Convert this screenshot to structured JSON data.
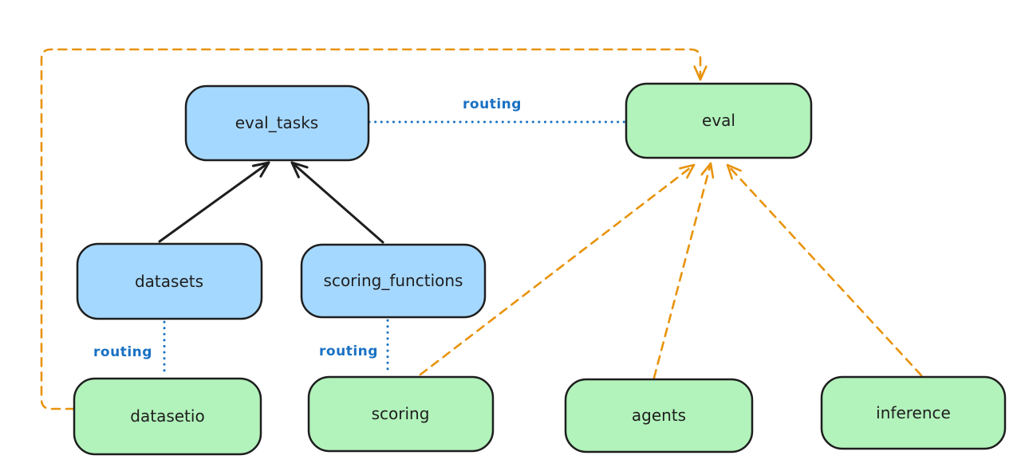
{
  "diagram": {
    "background_color": "#ffffff",
    "colors": {
      "node_stroke": "#1e1e1e",
      "blue_fill": "#a5d8ff",
      "green_fill": "#b2f2bb",
      "routing_blue": "#1971c2",
      "orange": "#e8930c",
      "black": "#1e1e1e"
    },
    "nodes": [
      {
        "id": "eval_tasks",
        "label": "eval_tasks",
        "fill": "#a5d8ff"
      },
      {
        "id": "eval",
        "label": "eval",
        "fill": "#b2f2bb"
      },
      {
        "id": "datasets",
        "label": "datasets",
        "fill": "#a5d8ff"
      },
      {
        "id": "scoring_functions",
        "label": "scoring_functions",
        "fill": "#a5d8ff"
      },
      {
        "id": "datasetio",
        "label": "datasetio",
        "fill": "#b2f2bb"
      },
      {
        "id": "scoring",
        "label": "scoring",
        "fill": "#b2f2bb"
      },
      {
        "id": "agents",
        "label": "agents",
        "fill": "#b2f2bb"
      },
      {
        "id": "inference",
        "label": "inference",
        "fill": "#b2f2bb"
      }
    ],
    "edges": [
      {
        "from": "datasets",
        "to": "eval_tasks",
        "style": "solid-arrow",
        "color": "#1e1e1e",
        "label": ""
      },
      {
        "from": "scoring_functions",
        "to": "eval_tasks",
        "style": "solid-arrow",
        "color": "#1e1e1e",
        "label": ""
      },
      {
        "from": "eval_tasks",
        "to": "eval",
        "style": "dotted-line",
        "color": "#1971c2",
        "label": "routing"
      },
      {
        "from": "datasets",
        "to": "datasetio",
        "style": "dotted-line",
        "color": "#1971c2",
        "label": "routing"
      },
      {
        "from": "scoring_functions",
        "to": "scoring",
        "style": "dotted-line",
        "color": "#1971c2",
        "label": "routing"
      },
      {
        "from": "datasetio",
        "to": "eval",
        "style": "dashed-arrow",
        "color": "#e8930c",
        "label": ""
      },
      {
        "from": "scoring",
        "to": "eval",
        "style": "dashed-arrow",
        "color": "#e8930c",
        "label": ""
      },
      {
        "from": "agents",
        "to": "eval",
        "style": "dashed-arrow",
        "color": "#e8930c",
        "label": ""
      },
      {
        "from": "inference",
        "to": "eval",
        "style": "dashed-arrow",
        "color": "#e8930c",
        "label": ""
      }
    ]
  }
}
